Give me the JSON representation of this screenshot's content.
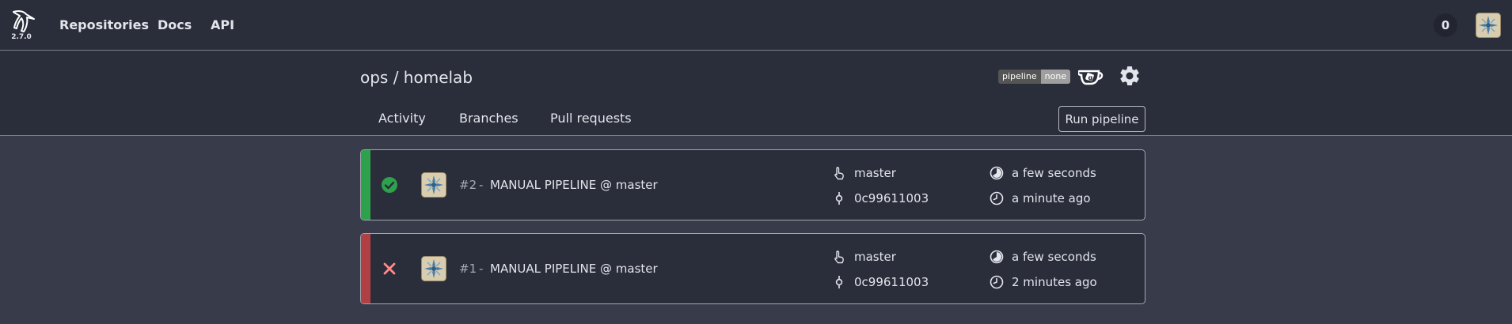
{
  "app": {
    "version": "2.7.0"
  },
  "nav": {
    "repositories": "Repositories",
    "docs": "Docs",
    "api": "API",
    "queue_count": "0"
  },
  "repo": {
    "title": "ops / homelab",
    "badge_left": "pipeline",
    "badge_right": "none",
    "tabs": [
      "Activity",
      "Branches",
      "Pull requests"
    ],
    "run_button": "Run pipeline"
  },
  "colors": {
    "success": "#2ea14c",
    "failure": "#b04044",
    "failure_icon": "#ff8a8a"
  },
  "pipelines": [
    {
      "status": "success",
      "number": "#2",
      "separator": "-",
      "title": "MANUAL PIPELINE @ master",
      "branch": "master",
      "commit": "0c99611003",
      "duration": "a few seconds",
      "created": "a minute ago"
    },
    {
      "status": "failure",
      "number": "#1",
      "separator": "-",
      "title": "MANUAL PIPELINE @ master",
      "branch": "master",
      "commit": "0c99611003",
      "duration": "a few seconds",
      "created": "2 minutes ago"
    }
  ],
  "icons": {
    "logo": "woodpecker-logo-icon",
    "avatar": "avatar-icon",
    "forge": "gitea-icon",
    "settings": "gear-icon",
    "branch": "branch-icon",
    "commit": "commit-icon",
    "duration": "duration-icon",
    "created": "clock-icon"
  }
}
